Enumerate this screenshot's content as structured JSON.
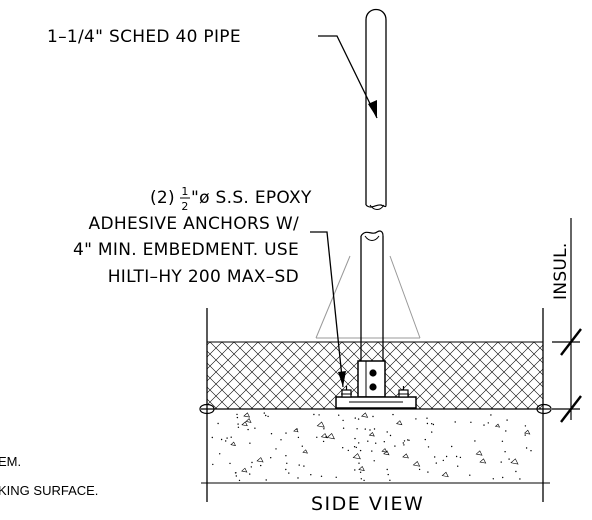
{
  "labels": {
    "pipe": "1–1/4\" SCHED 40 PIPE",
    "anchors_line1_prefix": "(2)",
    "anchors_frac_num": "1",
    "anchors_frac_den": "2",
    "anchors_line1_suffix": "\"ø S.S. EPOXY",
    "anchors_line2": "ADHESIVE ANCHORS W/",
    "anchors_line3": "4\" MIN. EMBEDMENT. USE",
    "anchors_line4": "HILTI–HY 200 MAX–SD",
    "insulation": "INSUL.",
    "view_title": "SIDE VIEW",
    "note_fragment_1": "EM.",
    "note_fragment_2": "KING SURFACE."
  }
}
